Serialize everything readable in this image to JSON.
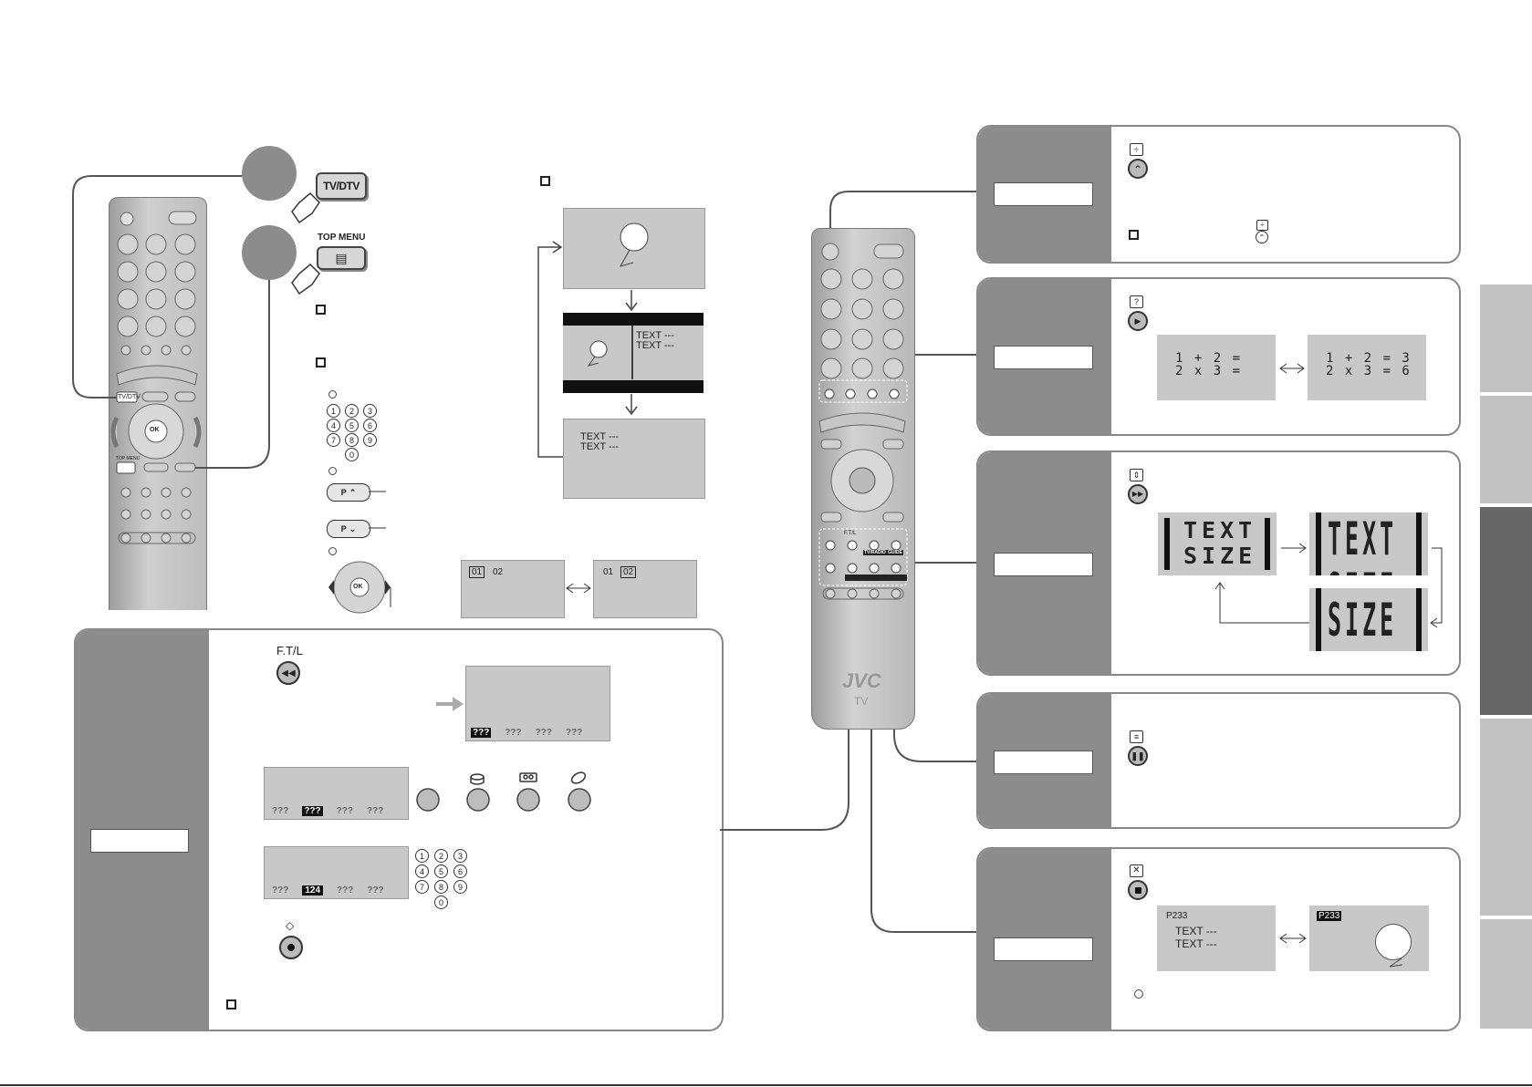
{
  "top_buttons": {
    "tvdtv": "TV/DTV",
    "top_menu": "TOP MENU"
  },
  "remote_left": {
    "tvdtv_label": "TV/DTV",
    "ok": "OK",
    "top_menu_small": "TOP MENU"
  },
  "number_pad": [
    "1",
    "2",
    "3",
    "4",
    "5",
    "6",
    "7",
    "8",
    "9",
    "0"
  ],
  "p_buttons": {
    "up": "P",
    "down": "P"
  },
  "dpad_ok": "OK",
  "screen_flow": {
    "text_lines": [
      "TEXT ---",
      "TEXT ---"
    ]
  },
  "page_select": {
    "left": {
      "selected": "01",
      "other": "02"
    },
    "right": {
      "other": "01",
      "selected": "02"
    }
  },
  "ftl_panel": {
    "ftl_label": "F.T/L",
    "bar_1": [
      "???",
      "???",
      "???",
      "???"
    ],
    "bar_2": [
      "???",
      "???",
      "???",
      "???"
    ],
    "bar_3": [
      "???",
      "124",
      "???",
      "???"
    ]
  },
  "remote_right": {
    "ftl": "F.T/L",
    "tvradio": "TV/RADIO",
    "guide": "GUIDE",
    "brand": "JVC",
    "tv": "TV"
  },
  "math_screens": {
    "left": [
      "1 + 2 =",
      "2 x 3 ="
    ],
    "right": [
      "1 + 2 = 3",
      "2 x 3 = 6"
    ]
  },
  "text_size": {
    "word1": "TEXT",
    "word2": "SIZE"
  },
  "hold_screens": {
    "left_page": "P233",
    "left_lines": [
      "TEXT ---",
      "TEXT ---"
    ],
    "right_page": "P233"
  },
  "colors": {
    "panel_header": "#8c8c8c",
    "screen": "#c8c8c8",
    "remote_body": "#b8b8b8",
    "tab_active": "#666666",
    "tab": "#c2c2c2"
  }
}
